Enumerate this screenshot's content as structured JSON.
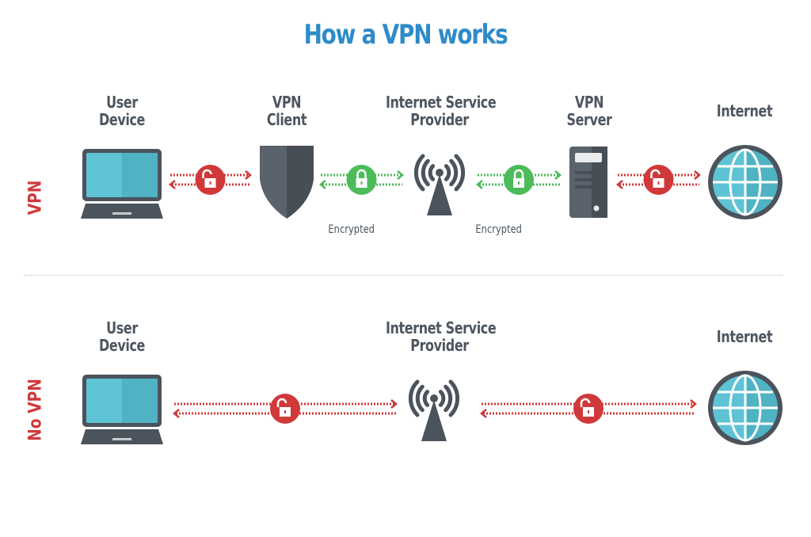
{
  "title": "How a VPN works",
  "colors": {
    "title": "#2e8bc9",
    "label": "#4d5660",
    "unencrypted": "#d0393a",
    "encrypted": "#4cbb5a",
    "device_dark": "#4b535c",
    "screen": "#5ec3d5",
    "globe": "#5ec3d5"
  },
  "sections": {
    "vpn": {
      "side_label": "VPN",
      "nodes": [
        {
          "id": "user-device",
          "label_line1": "User",
          "label_line2": "Device",
          "icon": "laptop-icon"
        },
        {
          "id": "vpn-client",
          "label_line1": "VPN",
          "label_line2": "Client",
          "icon": "shield-icon"
        },
        {
          "id": "isp",
          "label_line1": "Internet Service",
          "label_line2": "Provider",
          "icon": "antenna-icon"
        },
        {
          "id": "vpn-server",
          "label_line1": "VPN",
          "label_line2": "Server",
          "icon": "server-icon"
        },
        {
          "id": "internet",
          "label_line1": "Internet",
          "label_line2": "",
          "icon": "globe-icon"
        }
      ],
      "links": [
        {
          "from": "user-device",
          "to": "vpn-client",
          "status": "unlocked",
          "caption": ""
        },
        {
          "from": "vpn-client",
          "to": "isp",
          "status": "locked",
          "caption": "Encrypted"
        },
        {
          "from": "isp",
          "to": "vpn-server",
          "status": "locked",
          "caption": "Encrypted"
        },
        {
          "from": "vpn-server",
          "to": "internet",
          "status": "unlocked",
          "caption": ""
        }
      ]
    },
    "no_vpn": {
      "side_label": "No VPN",
      "nodes": [
        {
          "id": "user-device",
          "label_line1": "User",
          "label_line2": "Device",
          "icon": "laptop-icon"
        },
        {
          "id": "isp",
          "label_line1": "Internet Service",
          "label_line2": "Provider",
          "icon": "antenna-icon"
        },
        {
          "id": "internet",
          "label_line1": "Internet",
          "label_line2": "",
          "icon": "globe-icon"
        }
      ],
      "links": [
        {
          "from": "user-device",
          "to": "isp",
          "status": "unlocked",
          "caption": ""
        },
        {
          "from": "isp",
          "to": "internet",
          "status": "unlocked",
          "caption": ""
        }
      ]
    }
  }
}
